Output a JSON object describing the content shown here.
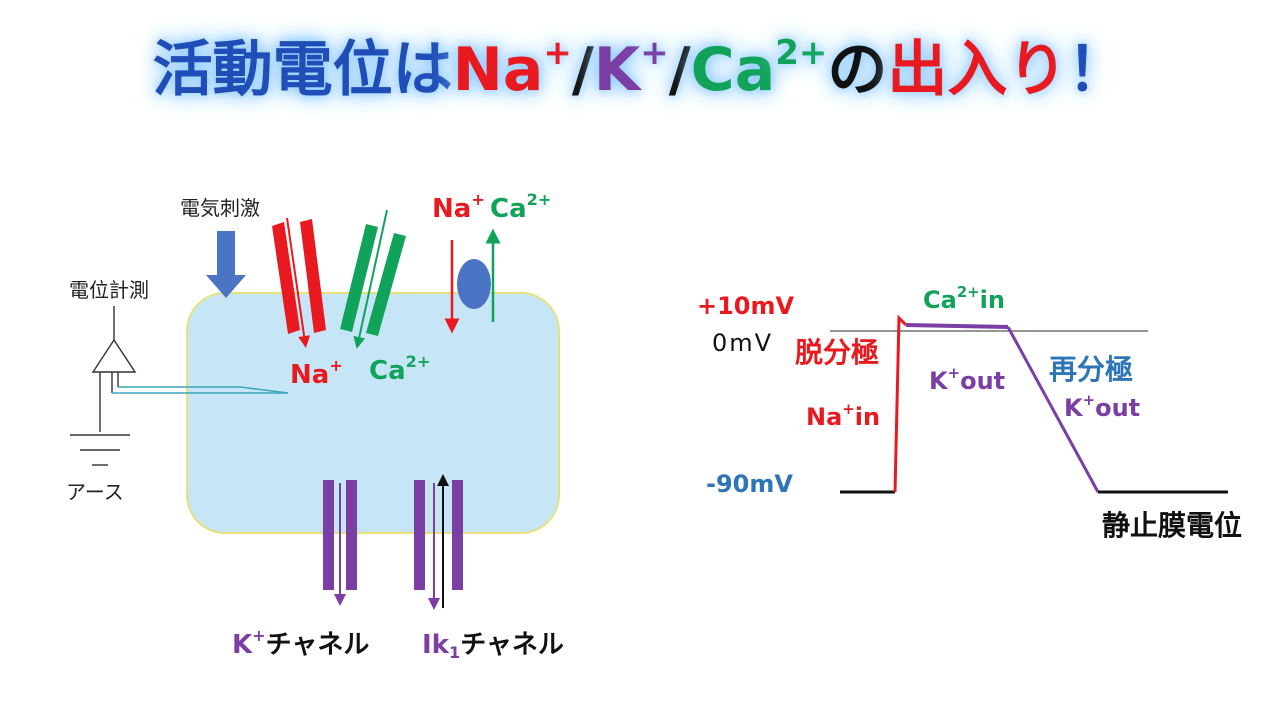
{
  "title": {
    "part1": "活動電位は",
    "na": "Na",
    "na_sup": "+",
    "slash1": "/",
    "k": "K",
    "k_sup": "+",
    "slash2": "/",
    "ca": "Ca",
    "ca_sup": "2+",
    "no": "の",
    "action": "出入り",
    "bang": "！"
  },
  "cell": {
    "stimulus_label": "電気刺激",
    "measure_label": "電位計測",
    "ground_label": "アース",
    "na_in": "Na",
    "na_in_sup": "+",
    "ca_in": "Ca",
    "ca_in_sup": "2+",
    "exchanger_na": "Na",
    "exchanger_na_sup": "+",
    "exchanger_ca": "Ca",
    "exchanger_ca_sup": "2+",
    "k_channel": {
      "ion": "K",
      "sup": "+",
      "suffix": "チャネル"
    },
    "ik1_channel": {
      "ion": "Ik",
      "sub": "1",
      "suffix": "チャネル"
    }
  },
  "graph": {
    "plus10": "+10mV",
    "zero": "0mV",
    "minus90": "-90mV",
    "depol": "脱分極",
    "na_in": {
      "base": "Na",
      "sup": "+",
      "suffix": "in"
    },
    "ca_in": {
      "base": "Ca",
      "sup": "2+",
      "suffix": "in"
    },
    "k_out_plateau": {
      "base": "K",
      "sup": "+",
      "suffix": "out"
    },
    "repol": "再分極",
    "k_out_repol": {
      "base": "K",
      "sup": "+",
      "suffix": "out"
    },
    "resting": "静止膜電位"
  },
  "colors": {
    "na": "#e8191f",
    "k": "#7a3ea5",
    "ca": "#12a35a",
    "title_blue": "#1f4eb8",
    "cell_fill": "#c6e6f7",
    "cell_border": "#e6e27a",
    "stimulus_arrow": "#4a74c4",
    "exchanger": "#4a74c4",
    "repol_label": "#2e75b6",
    "minus90_label": "#2e75b6"
  }
}
